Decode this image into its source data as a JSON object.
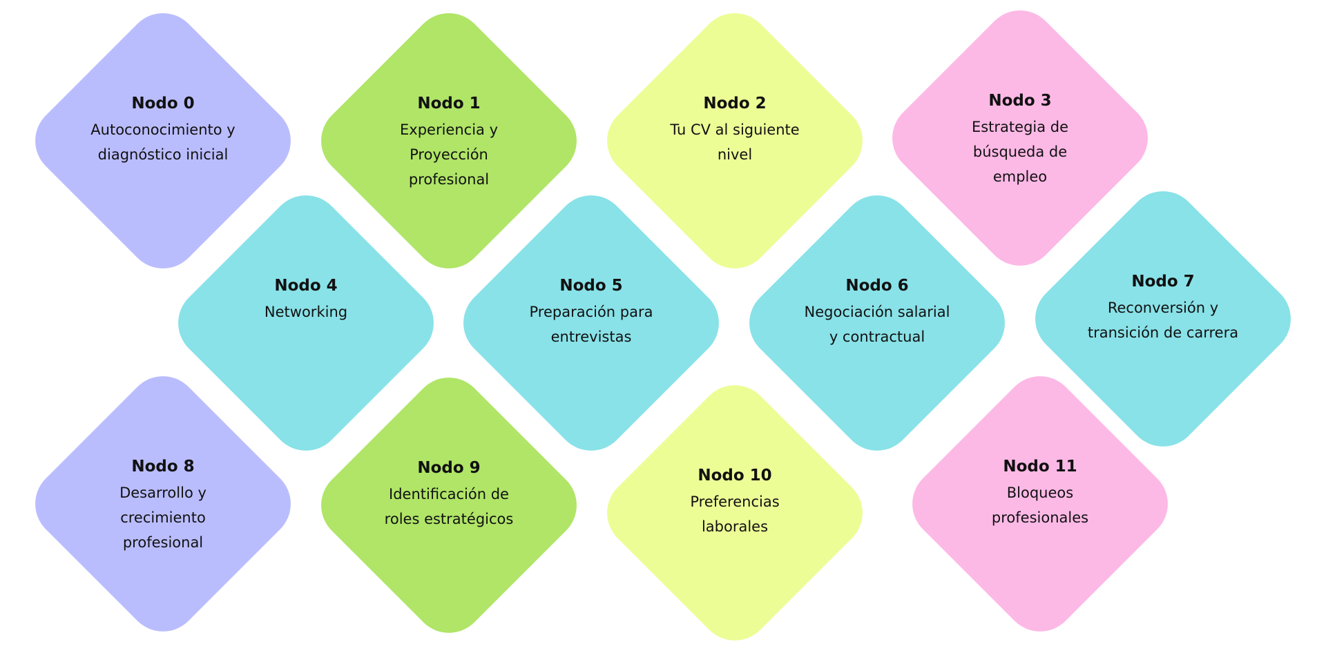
{
  "colors": {
    "purple": "#babdfd",
    "green": "#b0e567",
    "yellow": "#edfd96",
    "pink": "#fdb9e6",
    "cyan": "#89e2e8"
  },
  "nodes": [
    {
      "title": "Nodo 0",
      "lines": [
        "Autoconocimiento y",
        "diagnóstico inicial"
      ],
      "color": "purple"
    },
    {
      "title": "Nodo 1",
      "lines": [
        "Experiencia y",
        "Proyección",
        "profesional"
      ],
      "color": "green"
    },
    {
      "title": "Nodo 2",
      "lines": [
        "Tu CV al siguiente",
        "nivel"
      ],
      "color": "yellow"
    },
    {
      "title": "Nodo 3",
      "lines": [
        "Estrategia de",
        "búsqueda de",
        "empleo"
      ],
      "color": "pink"
    },
    {
      "title": "Nodo 4",
      "lines": [
        "Networking"
      ],
      "color": "cyan"
    },
    {
      "title": "Nodo 5",
      "lines": [
        "Preparación para",
        "entrevistas"
      ],
      "color": "cyan"
    },
    {
      "title": "Nodo 6",
      "lines": [
        "Negociación salarial",
        "y contractual"
      ],
      "color": "cyan"
    },
    {
      "title": "Nodo 7",
      "lines": [
        "Reconversión y",
        "transición de carrera"
      ],
      "color": "cyan"
    },
    {
      "title": "Nodo 8",
      "lines": [
        "Desarrollo y",
        "crecimiento",
        "profesional"
      ],
      "color": "purple"
    },
    {
      "title": "Nodo 9",
      "lines": [
        "Identificación de",
        "roles estratégicos"
      ],
      "color": "green"
    },
    {
      "title": "Nodo 10",
      "lines": [
        "Preferencias",
        "laborales"
      ],
      "color": "yellow"
    },
    {
      "title": "Nodo 11",
      "lines": [
        "Bloqueos",
        "profesionales"
      ],
      "color": "pink"
    }
  ]
}
